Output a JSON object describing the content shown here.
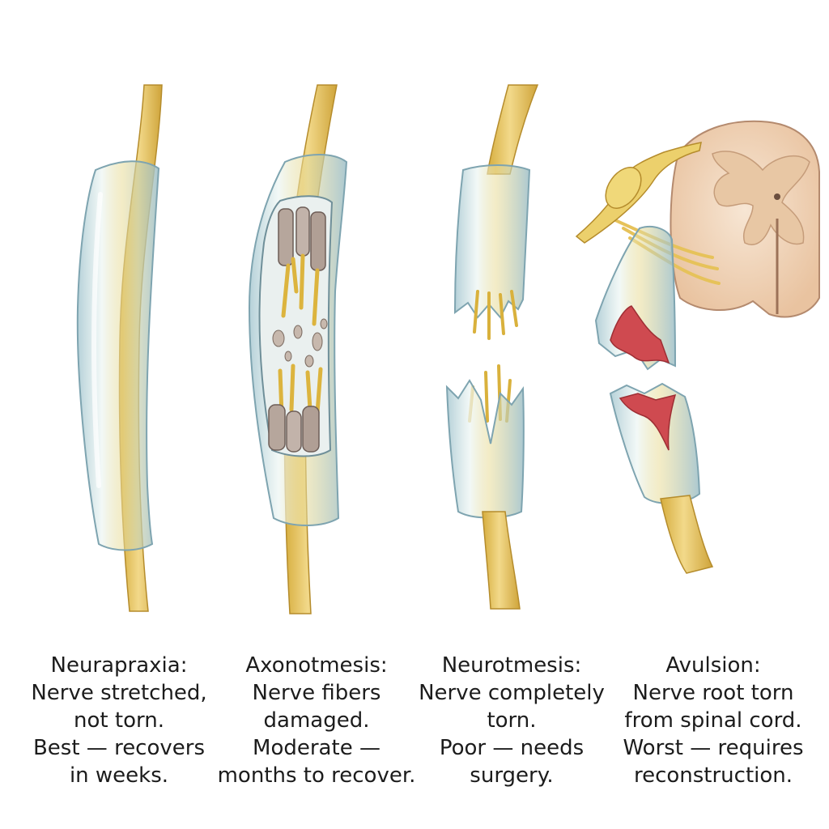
{
  "panels": [
    {
      "id": "neurapraxia",
      "lines": [
        "Neurapraxia:",
        "Nerve stretched,",
        "not torn.",
        "Best — recovers",
        "in weeks."
      ]
    },
    {
      "id": "axonotmesis",
      "lines": [
        "Axonotmesis:",
        "Nerve fibers",
        "damaged.",
        "Moderate —",
        "months to recover."
      ]
    },
    {
      "id": "neurotmesis",
      "lines": [
        "Neurotmesis:",
        "Nerve completely",
        "torn.",
        "Poor — needs",
        "surgery."
      ]
    },
    {
      "id": "avulsion",
      "lines": [
        "Avulsion:",
        "Nerve root torn",
        "from spinal cord.",
        "Worst — requires",
        "reconstruction."
      ]
    }
  ],
  "colors": {
    "nerve": "#e6c25a",
    "nerve_highlight": "#f6e3a0",
    "sheath": "#c9dfe6",
    "sheath_edge": "#8fb2bd",
    "fascicle": "#b9a89f",
    "blood": "#cf4a50",
    "cord_white": "#f3dcc8",
    "cord_grey": "#e2c2a2"
  }
}
